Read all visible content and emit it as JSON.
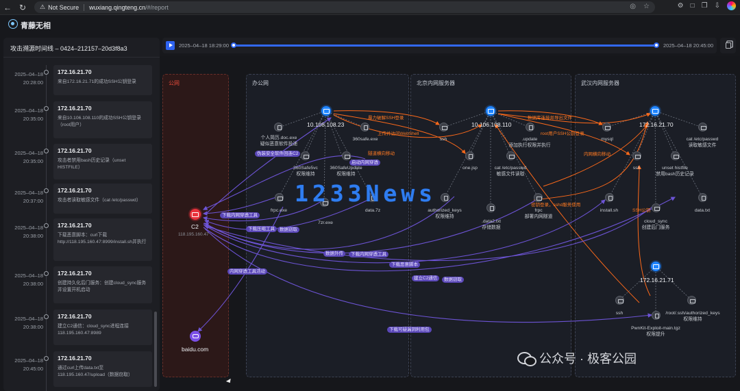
{
  "browser": {
    "security": "Not Secure",
    "url_host": "wuxiang.qingteng.cn",
    "url_path": "/#/report"
  },
  "app": {
    "brand": "青藤无相"
  },
  "timeline": {
    "title": "攻击溯源时间线 – 0424–212157–20d3f8a3",
    "items": [
      {
        "date": "2025–04–18",
        "time": "20:28:00",
        "ip": "172.16.21.70",
        "desc": "来自172.16.21.71的成功SSH公钥登录"
      },
      {
        "date": "2025–04–18",
        "time": "20:35:00",
        "ip": "172.16.21.70",
        "desc": "来自10.106.108.110的成功SSH公钥登录（root用户）"
      },
      {
        "date": "2025–04–18",
        "time": "20:35:00",
        "ip": "172.16.21.70",
        "desc": "攻击者禁用bash历史记录（unset HISTFILE）"
      },
      {
        "date": "2025–04–18",
        "time": "20:37:00",
        "ip": "172.16.21.70",
        "desc": "攻击者读取敏感文件（cat /etc/passwd）"
      },
      {
        "date": "2025–04–18",
        "time": "20:38:00",
        "ip": "172.16.21.70",
        "desc": "下载恶意脚本：curl下载http://118.195.160.47:8999/install.sh并执行"
      },
      {
        "date": "2025–04–18",
        "time": "20:38:00",
        "ip": "172.16.21.70",
        "desc": "创建持久化后门服务：创建cloud_sync服务并设置开机启动"
      },
      {
        "date": "2025–04–18",
        "time": "20:38:00",
        "ip": "172.16.21.70",
        "desc": "建立C2通信：cloud_sync进程连接118.195.160.47:8989"
      },
      {
        "date": "2025–04–18",
        "time": "20:45:00",
        "ip": "172.16.21.70",
        "desc": "通过curl上传data.txt至118.195.160.47/upload（数据窃取）"
      }
    ]
  },
  "slider": {
    "start": "2025–04–18 18:29:00",
    "end": "2025–04–18 20:45:00",
    "position": 1.0
  },
  "graph": {
    "zones": {
      "public": "公网",
      "office": "办公网",
      "beijing": "北京内网服务器",
      "wuhan": "武汉内网服务器"
    },
    "hosts": {
      "office": "10.108.108.23",
      "beijing": "10.106.108.110",
      "wuhan1": "172.16.21.70",
      "wuhan2": "172.16.21.71",
      "c2": "C2",
      "c2_ip": "118.195.160.47",
      "baidu": "baidu.com"
    },
    "files": {
      "f1": "个人简历.doc.exe\n疑似恶意软件投递",
      "f2": "360safe.exe",
      "f3": "360Safe5vc\n权限维持",
      "f4": "360SafeUpdate\n权限维持",
      "f5": "frpc.exe",
      "f6": "7zr.exe",
      "f7": "data.7z",
      "b1": "ssh",
      "b2": "one.jsp",
      "b3": ".update\n添加执行权限并执行",
      "b4": "cat /etc/passwd\n敏感文件读取",
      "b5": "authorized_keys\n权限维持",
      "b6": ".data2.txt\n存储数据",
      "b7": "frpc\n部署内网隧道",
      "w1": "mysql",
      "w2": "cat /etc/passwd\n读取敏感文件",
      "w3": "ssh",
      "w4": "unset histfile\n禁用bash历史记录",
      "w5": "install.sh",
      "w6": "cloud_sync\n创建后门服务",
      "w7": "data.txt",
      "x1": "ssh",
      "x2": "/root/.ssh/authorized_keys\n权限维持",
      "x3": "PwnKit-Exploit-main.tgz\n权限提升"
    },
    "edges": {
      "e1": "暴力破解SSH登录",
      "e2": "上传并访问WebShell",
      "e3": "隧道横向移动",
      "e4": "数据库连接并导出文件",
      "e5": "root用户SSH公钥登录",
      "e6": "内网横向移动",
      "e7": "密钥登录，sshd服务使用",
      "e8": "SSH公钥",
      "p1": "伪装安全软件回连C2",
      "p2": "启动内网穿透",
      "p3": "下载内网穿透工具",
      "p4": "下载压缩工具",
      "p5": "数据窃取",
      "p6": "数据外传",
      "p7": "下载内网穿透工具",
      "p8": "下载恶意脚本",
      "p9": "内网穿透工具活动",
      "p10": "建立C2通信",
      "p11": "数据窃取",
      "p12": "下载可疑漏洞利用包"
    }
  },
  "overlay": {
    "watermark": "1233News",
    "wechat": "公众号 · 极客公园"
  },
  "colors": {
    "accent": "#2e63f0",
    "orange_edge": "#ff6a1a",
    "purple_edge": "#6d54d6",
    "c2": "#e8323c"
  }
}
